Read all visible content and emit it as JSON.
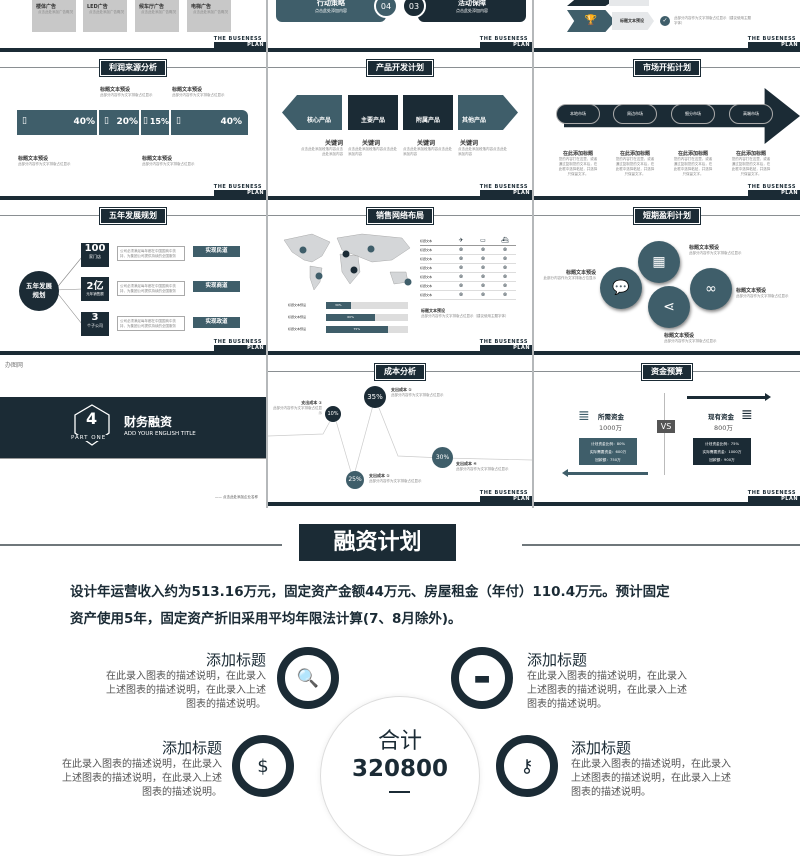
{
  "colors": {
    "dark": "#1b2b35",
    "teal": "#3f5e6a",
    "gray": "#c8c8c8"
  },
  "footer": {
    "line1": "THE BUSENESS",
    "line2": "PLAN"
  },
  "top_left": {
    "ads": [
      {
        "label": "楼体广告",
        "desc": "点击此处添加广告概况"
      },
      {
        "label": "LED广告",
        "desc": "点击此处添加广告概况"
      },
      {
        "label": "候车厅广告",
        "desc": "点击此处添加广告概况"
      },
      {
        "label": "电梯广告",
        "desc": "点击此处添加广告概况"
      }
    ]
  },
  "top_mid": {
    "items": [
      {
        "num": "04",
        "title": "行动策略",
        "desc": "点击此处添加内容"
      },
      {
        "num": "03",
        "title": "活动保障",
        "desc": "点击此处添加内容"
      }
    ]
  },
  "top_right": {
    "label": "标题文本预设",
    "desc": "此部分内容作为文字排版占位显示（建议使用主题字体）"
  },
  "profit": {
    "title": "利润来源分析",
    "values": [
      "40%",
      "20%",
      "15%",
      "40%"
    ],
    "label": "标题文本预设",
    "desc": "此部分内容作为文字排版占位显示"
  },
  "product": {
    "title": "产品开发计划",
    "items": [
      "核心产品",
      "主要产品",
      "附属产品",
      "其他产品"
    ],
    "keyword": "关键词",
    "desc": "点击此处添加段落内容点击此处添加内容"
  },
  "market": {
    "title": "市场开拓计划",
    "stages": [
      "本地市场",
      "周边市场",
      "细分市场",
      "高端市场"
    ],
    "heading": "在此添加标题",
    "desc": "您的内容打在这里，或者通过复制您的文本后，在此框中选择粘贴，并选择只保留文字。"
  },
  "five_year": {
    "title": "五年发展规划",
    "center": "五年发展规划",
    "items": [
      {
        "big": "100",
        "small": "家门店",
        "tag": "实现民道"
      },
      {
        "big": "2亿",
        "small": "元年销售额",
        "tag": "实现商道"
      },
      {
        "big": "3",
        "small": "个子公司",
        "tag": "实现政道"
      }
    ],
    "desc": "公司必须满足每年都在中国国商中扶持，为集团公司提供持续的全国服务"
  },
  "sales": {
    "title": "销售网络布局",
    "row_label": "标题文本",
    "bar_label": "标题文本预设",
    "bars": [
      {
        "pct": 30,
        "text": "30%"
      },
      {
        "pct": 60,
        "text": "60%"
      },
      {
        "pct": 75,
        "text": "75%"
      }
    ],
    "note_title": "标题文本预设",
    "note": "此部分内容作为文字排版占位显示（建议使用主题字体）"
  },
  "short_term": {
    "title": "短期盈利计划",
    "label": "标题文本预设",
    "desc": "此部分内容作为文字排版占位显示"
  },
  "part": {
    "logo": "办图网",
    "number": "4",
    "part_label": "PART ONE",
    "title": "财务融资",
    "subtitle": "ADD YOUR ENGLISH TITLE",
    "company": "—— 点击此处添加企业名称"
  },
  "cost": {
    "title": "成本分析",
    "items": [
      {
        "pct": "35%",
        "label": "支出成本 ①"
      },
      {
        "pct": "10%",
        "label": "支出成本 ①"
      },
      {
        "pct": "25%",
        "label": "支出成本 ①"
      },
      {
        "pct": "30%",
        "label": "支出成本 ④"
      }
    ],
    "desc": "此部分内容作为文字排版占位显示"
  },
  "budget": {
    "title": "资金预算",
    "vs": "VS",
    "need": {
      "label": "所需资金",
      "amount": "1000万",
      "lines": [
        "计划资金比例：80%",
        "实际需要资金：600万",
        "回款额：750万"
      ]
    },
    "have": {
      "label": "现有资金",
      "amount": "800万",
      "lines": [
        "计划资金比例：75%",
        "实际需要资金：1000万",
        "回款额：900万"
      ]
    }
  },
  "main": {
    "title": "融资计划",
    "paragraph1": "设计年运营收入约为513.16万元，固定资产金额44万元、房屋租金（年付）110.4万元。预计固定",
    "paragraph2": "资产使用5年，固定资产折旧采用平均年限法计算(7、8月除外)。",
    "items": [
      {
        "title": "添加标题",
        "desc": "在此录入图表的描述说明，在此录入上述图表的描述说明，在此录入上述图表的描述说明。"
      },
      {
        "title": "添加标题",
        "desc": "在此录入图表的描述说明，在此录入上述图表的描述说明，在此录入上述图表的描述说明。"
      },
      {
        "title": "添加标题",
        "desc": "在此录入图表的描述说明，在此录入上述图表的描述说明，在此录入上述图表的描述说明。"
      },
      {
        "title": "添加标题",
        "desc": "在此录入图表的描述说明，在此录入上述图表的描述说明，在此录入上述图表的描述说明。"
      }
    ],
    "total_label": "合计",
    "total_value": "320800"
  }
}
